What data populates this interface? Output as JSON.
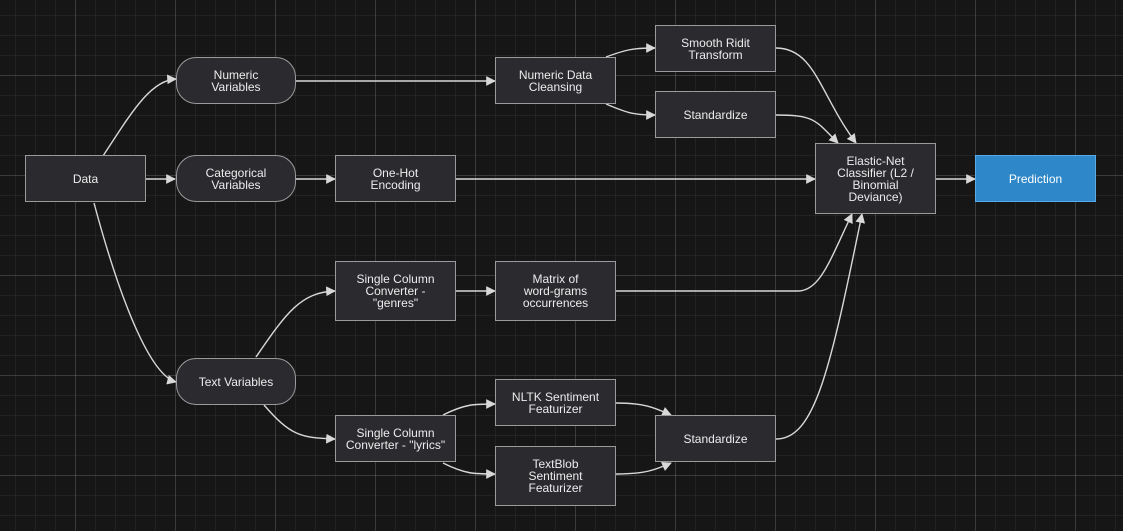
{
  "diagram": {
    "accent_color": "#2e87c8",
    "nodes": {
      "data": "Data",
      "numeric_variables": "Numeric\nVariables",
      "categorical_variables": "Categorical\nVariables",
      "text_variables": "Text Variables",
      "numeric_data_cleansing": "Numeric Data\nCleansing",
      "smooth_ridit_transform": "Smooth Ridit\nTransform",
      "standardize_numeric": "Standardize",
      "one_hot_encoding": "One-Hot\nEncoding",
      "single_column_converter_genres": "Single Column\nConverter -\n\"genres\"",
      "matrix_word_grams": "Matrix of\nword-grams\noccurrences",
      "single_column_converter_lyrics": "Single Column\nConverter - \"lyrics\"",
      "nltk_sentiment": "NLTK Sentiment\nFeaturizer",
      "textblob_sentiment": "TextBlob\nSentiment\nFeaturizer",
      "standardize_text": "Standardize",
      "elastic_net_classifier": "Elastic-Net\nClassifier (L2 /\nBinomial\nDeviance)",
      "prediction": "Prediction"
    }
  }
}
